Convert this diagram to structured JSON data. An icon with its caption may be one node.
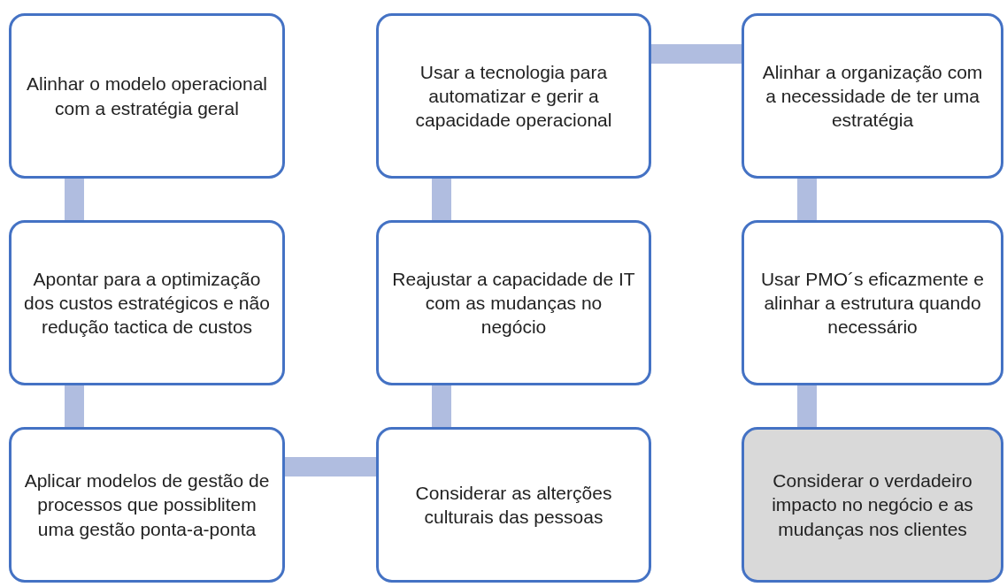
{
  "diagram": {
    "nodes": [
      {
        "text": [
          "Alinhar o modelo operacional com a estratégia geral"
        ]
      },
      {
        "text": [
          "Usar a tecnologia para automatizar e gerir a capacidade operacional"
        ]
      },
      {
        "text": [
          "Alinhar a organização com a necessidade de ter uma estratégia"
        ]
      },
      {
        "text": [
          "Apontar para a optimização dos custos estratégicos e não redução tactica de custos"
        ]
      },
      {
        "text": [
          "Reajustar a capacidade de IT com as mudanças no negócio"
        ]
      },
      {
        "text": [
          "Usar PMO´s eficazmente e alinhar a estrutura quando necessário"
        ]
      },
      {
        "text": [
          "Aplicar modelos de gestão de processos que possiblitem uma gestão ponta-a-ponta"
        ]
      },
      {
        "text": [
          "Considerar as alterções culturais das pessoas"
        ]
      },
      {
        "text": [
          "Considerar o verdadeiro impacto no negócio e as mudanças nos clientes"
        ]
      }
    ],
    "edges": [
      {
        "from": 0,
        "to": 3,
        "arrow": "none"
      },
      {
        "from": 3,
        "to": 6,
        "arrow": "none"
      },
      {
        "from": 6,
        "to": 7,
        "arrow": "none"
      },
      {
        "from": 7,
        "to": 4,
        "arrow": "none"
      },
      {
        "from": 4,
        "to": 1,
        "arrow": "none"
      },
      {
        "from": 1,
        "to": 2,
        "arrow": "none"
      },
      {
        "from": 2,
        "to": 5,
        "arrow": "none"
      },
      {
        "from": 5,
        "to": 8,
        "arrow": "none"
      }
    ]
  }
}
